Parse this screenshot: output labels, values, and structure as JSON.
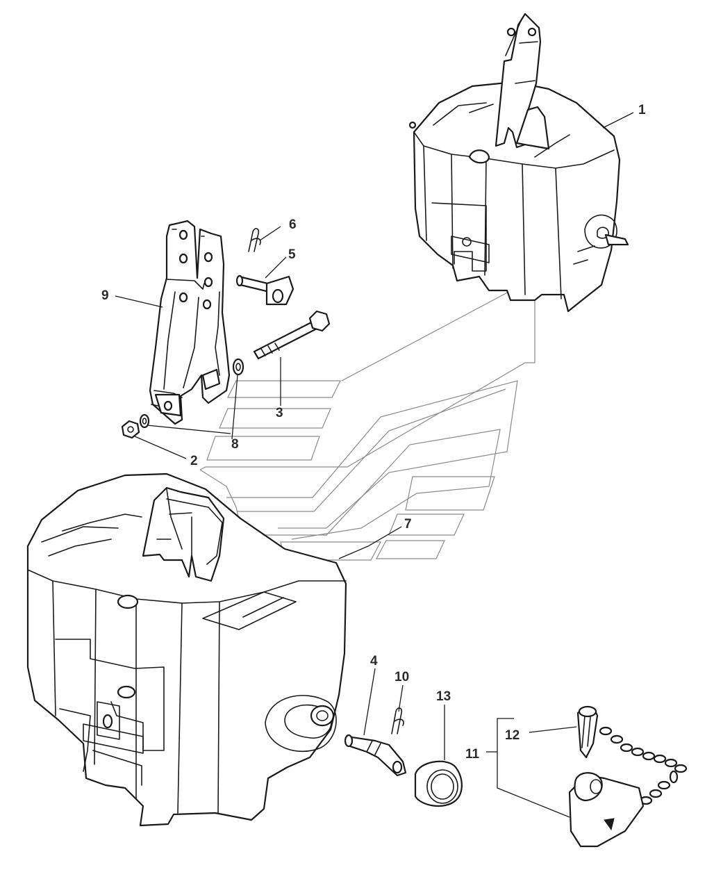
{
  "diagram": {
    "callouts": [
      {
        "id": "c1",
        "text": "1"
      },
      {
        "id": "c2",
        "text": "2"
      },
      {
        "id": "c3",
        "text": "3"
      },
      {
        "id": "c4",
        "text": "4"
      },
      {
        "id": "c5",
        "text": "5"
      },
      {
        "id": "c6",
        "text": "6"
      },
      {
        "id": "c7",
        "text": "7"
      },
      {
        "id": "c8",
        "text": "8"
      },
      {
        "id": "c9",
        "text": "9"
      },
      {
        "id": "c10",
        "text": "10"
      },
      {
        "id": "c11",
        "text": "11"
      },
      {
        "id": "c12",
        "text": "12"
      },
      {
        "id": "c13",
        "text": "13"
      }
    ],
    "line_color": "#1a1a1a",
    "guide_color": "#8a8a8a",
    "background": "#ffffff"
  }
}
